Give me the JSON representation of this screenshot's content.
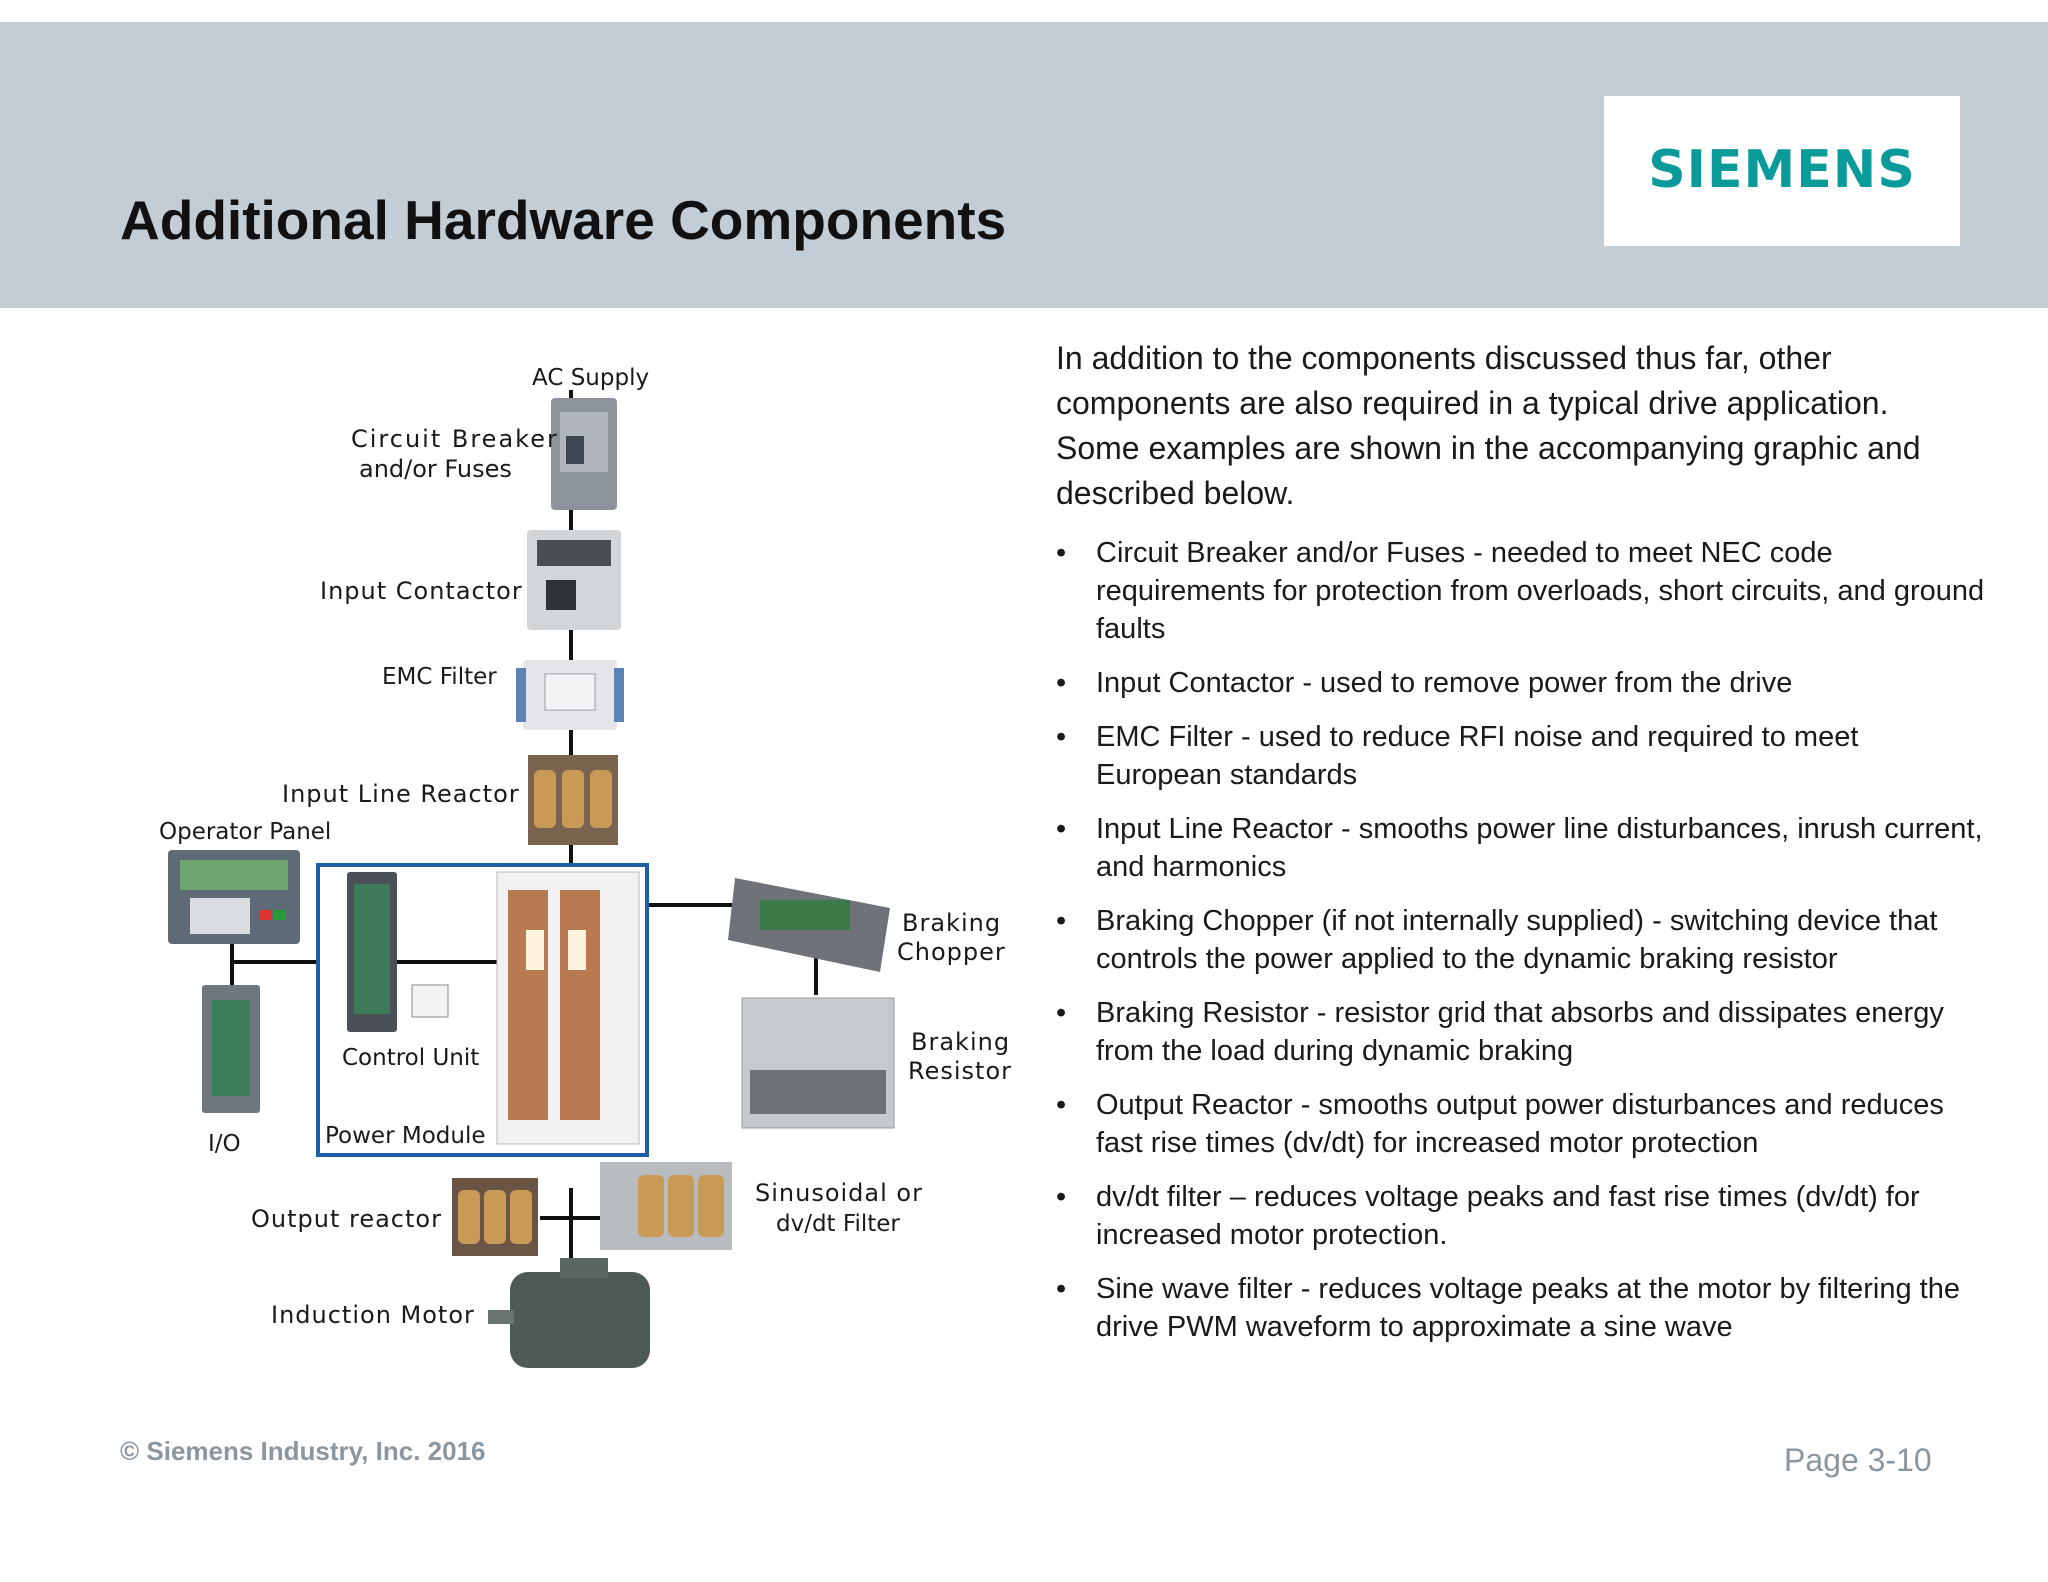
{
  "header": {
    "title": "Additional Hardware Components",
    "logo_text": "SIEMENS"
  },
  "diagram": {
    "labels": {
      "ac_supply": "AC Supply",
      "circuit_breaker_1": "Circuit Breaker",
      "circuit_breaker_2": "and/or Fuses",
      "input_contactor": "Input Contactor",
      "emc_filter": "EMC Filter",
      "input_line_reactor": "Input Line Reactor",
      "operator_panel": "Operator Panel",
      "braking_chopper_1": "Braking",
      "braking_chopper_2": "Chopper",
      "braking_resistor_1": "Braking",
      "braking_resistor_2": "Resistor",
      "control_unit": "Control Unit",
      "power_module": "Power Module",
      "io": "I/O",
      "output_reactor": "Output reactor",
      "sinusoidal_1": "Sinusoidal or",
      "sinusoidal_2": "dv/dt Filter",
      "induction_motor": "Induction Motor"
    }
  },
  "body": {
    "intro": "In addition to the components discussed thus far, other components are also required in a typical drive application. Some examples are shown in the accompanying graphic and described below.",
    "bullet_char": "•",
    "bullets": [
      "Circuit Breaker and/or Fuses -  needed to meet NEC code requirements for protection from overloads, short circuits, and ground faults",
      "Input Contactor - used to remove power from the drive",
      "EMC Filter - used to reduce RFI noise and required to meet European standards",
      "Input Line Reactor - smooths power line disturbances, inrush current, and harmonics",
      "Braking Chopper (if not internally supplied) - switching device that controls the power applied to the dynamic braking resistor",
      "Braking Resistor - resistor grid that absorbs and dissipates energy from the load during dynamic braking",
      "Output Reactor - smooths output power disturbances and reduces fast rise times (dv/dt) for increased motor protection",
      "dv/dt filter – reduces voltage peaks and fast rise times (dv/dt) for increased motor protection.",
      "Sine wave filter - reduces voltage peaks at the motor by filtering the drive PWM waveform to approximate a sine wave"
    ]
  },
  "footer": {
    "copyright": "© Siemens Industry, Inc.  2016",
    "page": "Page 3-10"
  },
  "colors": {
    "header_band": "#c2cdd6",
    "logo": "#0a9a9a",
    "frame": "#1f5fa8",
    "footer_text": "#8a96a0"
  }
}
